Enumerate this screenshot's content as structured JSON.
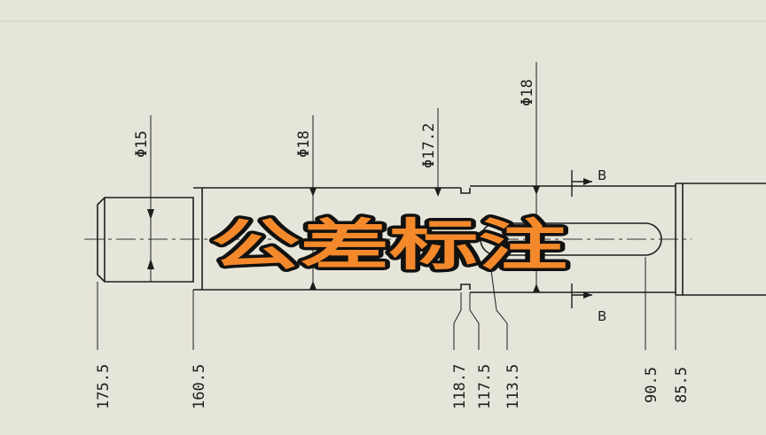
{
  "title": "公差标注",
  "diameter_labels": [
    "Φ15",
    "Φ18",
    "Φ17.2",
    "Φ18"
  ],
  "section_labels": [
    "B",
    "B"
  ],
  "position_labels": [
    "175.5",
    "160.5",
    "118.7",
    "117.5",
    "113.5",
    "90.5",
    "85.5"
  ],
  "colors": {
    "background": "#e6e5da",
    "line": "#1e1e1e",
    "title_fill": "#f4892b",
    "title_outline": "#111111"
  }
}
